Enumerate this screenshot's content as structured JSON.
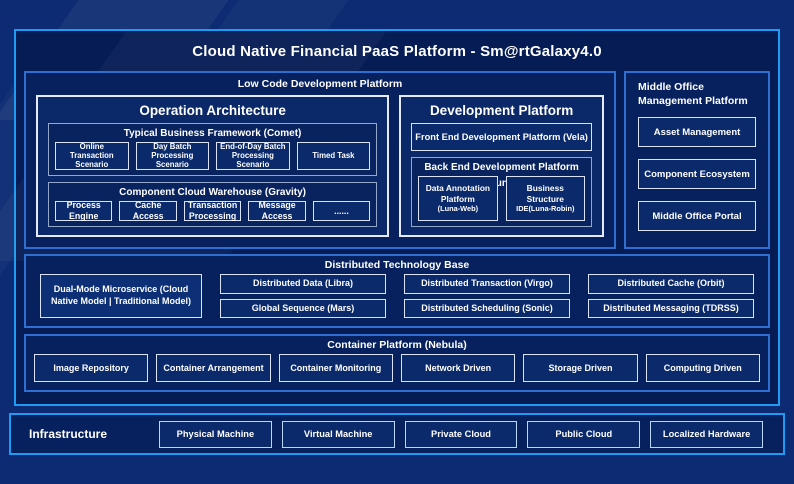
{
  "title": "Cloud Native Financial PaaS Platform - Sm@rtGalaxy4.0",
  "colors": {
    "background": "#0c2b72",
    "frame_fill": "#051c54",
    "frame_border": "#1e9bf2",
    "section_border": "#2f6fd2",
    "inner_border": "#e4ebf6",
    "text": "#ffffff"
  },
  "low_code": {
    "label": "Low Code Development Platform",
    "operation_architecture": {
      "title": "Operation Architecture",
      "typical_business_framework": {
        "label": "Typical Business Framework (Comet)",
        "items": [
          "Online Transaction Scenario",
          "Day Batch Processing Scenario",
          "End-of-Day Batch Processing Scenario",
          "Timed Task"
        ]
      },
      "component_cloud_warehouse": {
        "label": "Component Cloud Warehouse (Gravity)",
        "items": [
          "Process Engine",
          "Cache Access",
          "Transaction Processing",
          "Message Access",
          "......"
        ]
      }
    },
    "development_platform": {
      "title": "Development Platform",
      "front_end": "Front End Development Platform (Vela)",
      "back_end": {
        "label": "Back End Development Platform (Luna)",
        "items": [
          {
            "name": "Data Annotation Platform",
            "sub": "(Luna-Web)"
          },
          {
            "name": "Business Structure",
            "sub": "IDE(Luna-Robin)"
          }
        ]
      }
    }
  },
  "middle_office": {
    "label": "Middle Office Management Platform",
    "items": [
      "Asset Management",
      "Component Ecosystem",
      "Middle Office Portal"
    ]
  },
  "distributed": {
    "label": "Distributed Technology Base",
    "dual_mode": "Dual-Mode Microservice (Cloud Native Model | Traditional Model)",
    "columns": [
      [
        "Distributed Data (Libra)",
        "Global Sequence (Mars)"
      ],
      [
        "Distributed Transaction (Virgo)",
        "Distributed Scheduling (Sonic)"
      ],
      [
        "Distributed Cache (Orbit)",
        "Distributed Messaging (TDRSS)"
      ]
    ]
  },
  "container_platform": {
    "label": "Container Platform (Nebula)",
    "items": [
      "Image Repository",
      "Container Arrangement",
      "Container Monitoring",
      "Network Driven",
      "Storage Driven",
      "Computing Driven"
    ]
  },
  "infrastructure": {
    "label": "Infrastructure",
    "items": [
      "Physical Machine",
      "Virtual Machine",
      "Private Cloud",
      "Public Cloud",
      "Localized Hardware"
    ]
  }
}
